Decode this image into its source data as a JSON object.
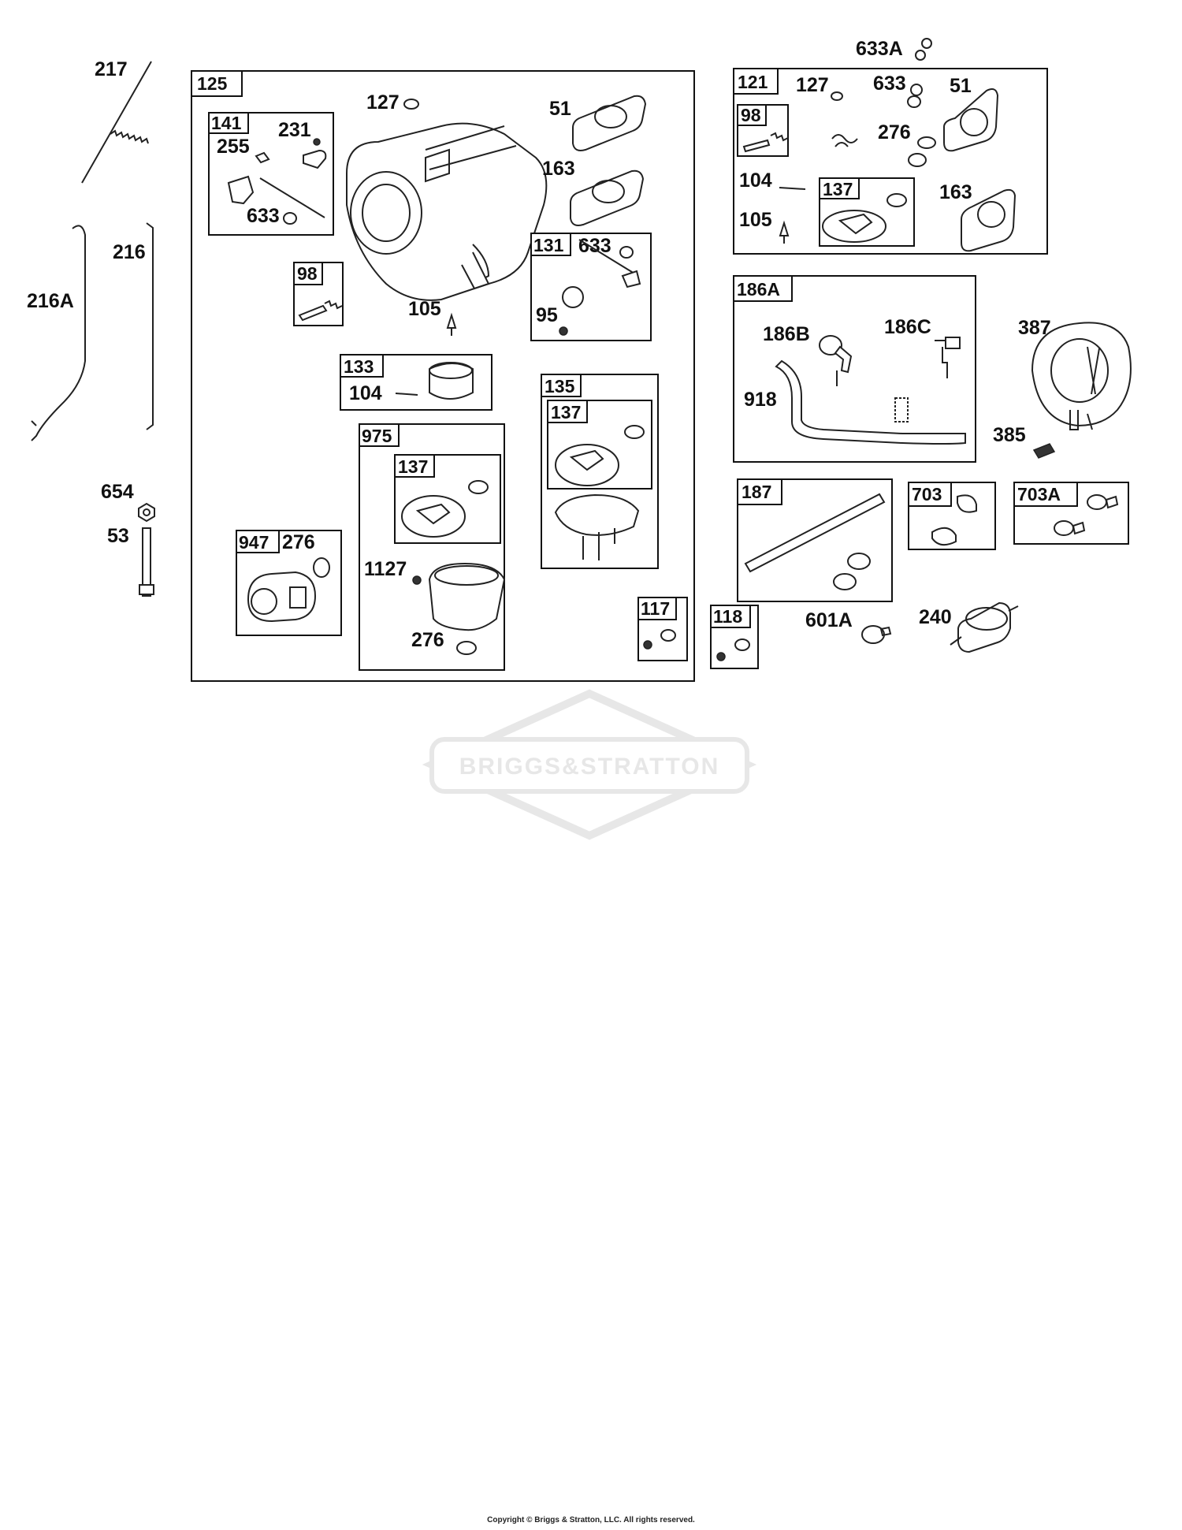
{
  "callouts": {
    "p217": "217",
    "p216": "216",
    "p216A": "216A",
    "p654": "654",
    "p53": "53",
    "p127": "127",
    "p51": "51",
    "p163": "163",
    "p231": "231",
    "p255": "255",
    "p633a": "633",
    "p105": "105",
    "p633b": "633",
    "p95": "95",
    "p104": "104",
    "p276a": "276",
    "p1127": "1127",
    "p276b": "276",
    "p633A": "633A",
    "p127r": "127",
    "p633r": "633",
    "p51r": "51",
    "p276r": "276",
    "p104r": "104",
    "p105r": "105",
    "p163r": "163",
    "p186B": "186B",
    "p186C": "186C",
    "p918": "918",
    "p387": "387",
    "p385": "385",
    "p601A": "601A",
    "p240": "240"
  },
  "boxes": {
    "b125": "125",
    "b141": "141",
    "b98": "98",
    "b131": "131",
    "b133": "133",
    "b135": "135",
    "b137a": "137",
    "b975": "975",
    "b137b": "137",
    "b947": "947",
    "b117": "117",
    "b121": "121",
    "b98r": "98",
    "b137r": "137",
    "b186A": "186A",
    "b187": "187",
    "b703": "703",
    "b703A": "703A",
    "b118": "118"
  },
  "watermark": "BRIGGS&STRATTON",
  "copyright": "Copyright © Briggs & Stratton, LLC. All rights reserved."
}
